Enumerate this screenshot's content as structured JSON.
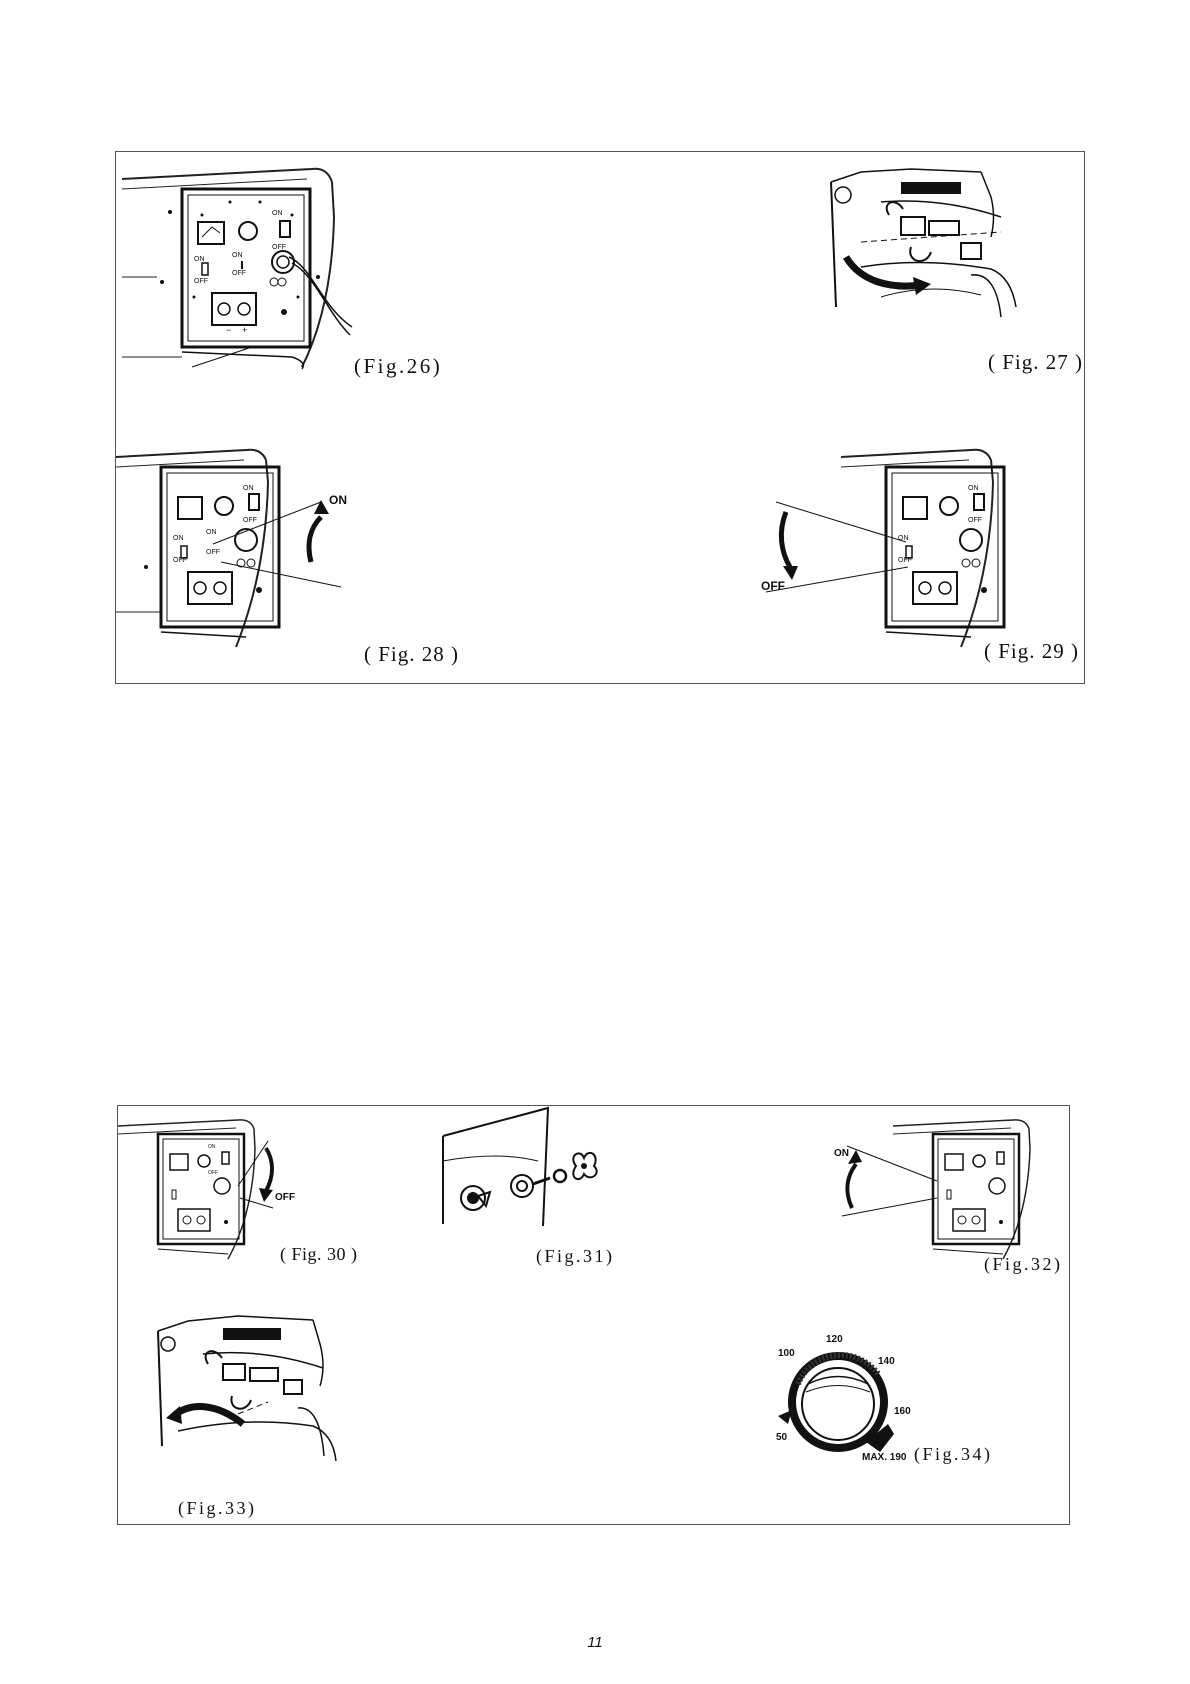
{
  "figures": {
    "fig26": "(Fig.26)",
    "fig27": "( Fig. 27 )",
    "fig28": "( Fig. 28 )",
    "fig29": "( Fig. 29 )",
    "fig30": "( Fig. 30 )",
    "fig31": "(Fig.31)",
    "fig32": "(Fig.32)",
    "fig33": "(Fig.33)",
    "fig34": "(Fig.34)"
  },
  "labels": {
    "on": "ON",
    "off": "OFF",
    "plus": "+",
    "minus": "−"
  },
  "dial": {
    "ticks": [
      "50",
      "100",
      "120",
      "140",
      "160",
      "MAX. 190"
    ]
  },
  "page_number": "11"
}
